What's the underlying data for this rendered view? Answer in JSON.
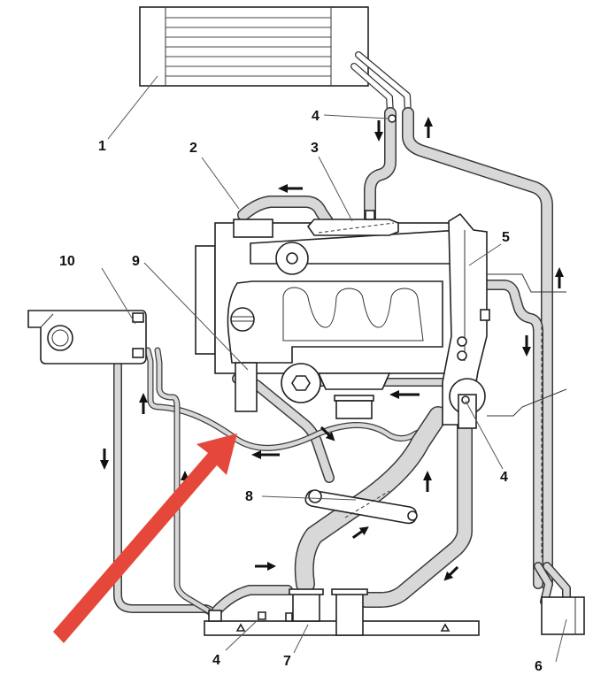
{
  "diagram": {
    "title": "Engine cooling system circuit",
    "callouts": [
      {
        "id": "c1",
        "label": "1",
        "component": "radiator"
      },
      {
        "id": "c2",
        "label": "2",
        "component": "upper coolant hose"
      },
      {
        "id": "c3",
        "label": "3",
        "component": "coolant rail / thermostat housing"
      },
      {
        "id": "c4a",
        "label": "4",
        "component": "bleed screw (radiator hose)"
      },
      {
        "id": "c4b",
        "label": "4",
        "component": "bleed screw (coolant pump)"
      },
      {
        "id": "c4c",
        "label": "4",
        "component": "bleed screw (manifold pipe)"
      },
      {
        "id": "c5",
        "label": "5",
        "component": "coolant pump / timing housing"
      },
      {
        "id": "c6",
        "label": "6",
        "component": "heater matrix"
      },
      {
        "id": "c7",
        "label": "7",
        "component": "coolant manifold pipe"
      },
      {
        "id": "c8",
        "label": "8",
        "component": "oil cooler"
      },
      {
        "id": "c9",
        "label": "9",
        "component": "bypass hose"
      },
      {
        "id": "c10",
        "label": "10",
        "component": "expansion tank"
      }
    ],
    "highlight": {
      "type": "arrow",
      "color": "#e5483a",
      "points_to": "expansion tank return hose"
    },
    "colors": {
      "line": "#222222",
      "hose_fill": "#d8d8d8",
      "highlight": "#e5483a",
      "background": "#ffffff"
    }
  }
}
